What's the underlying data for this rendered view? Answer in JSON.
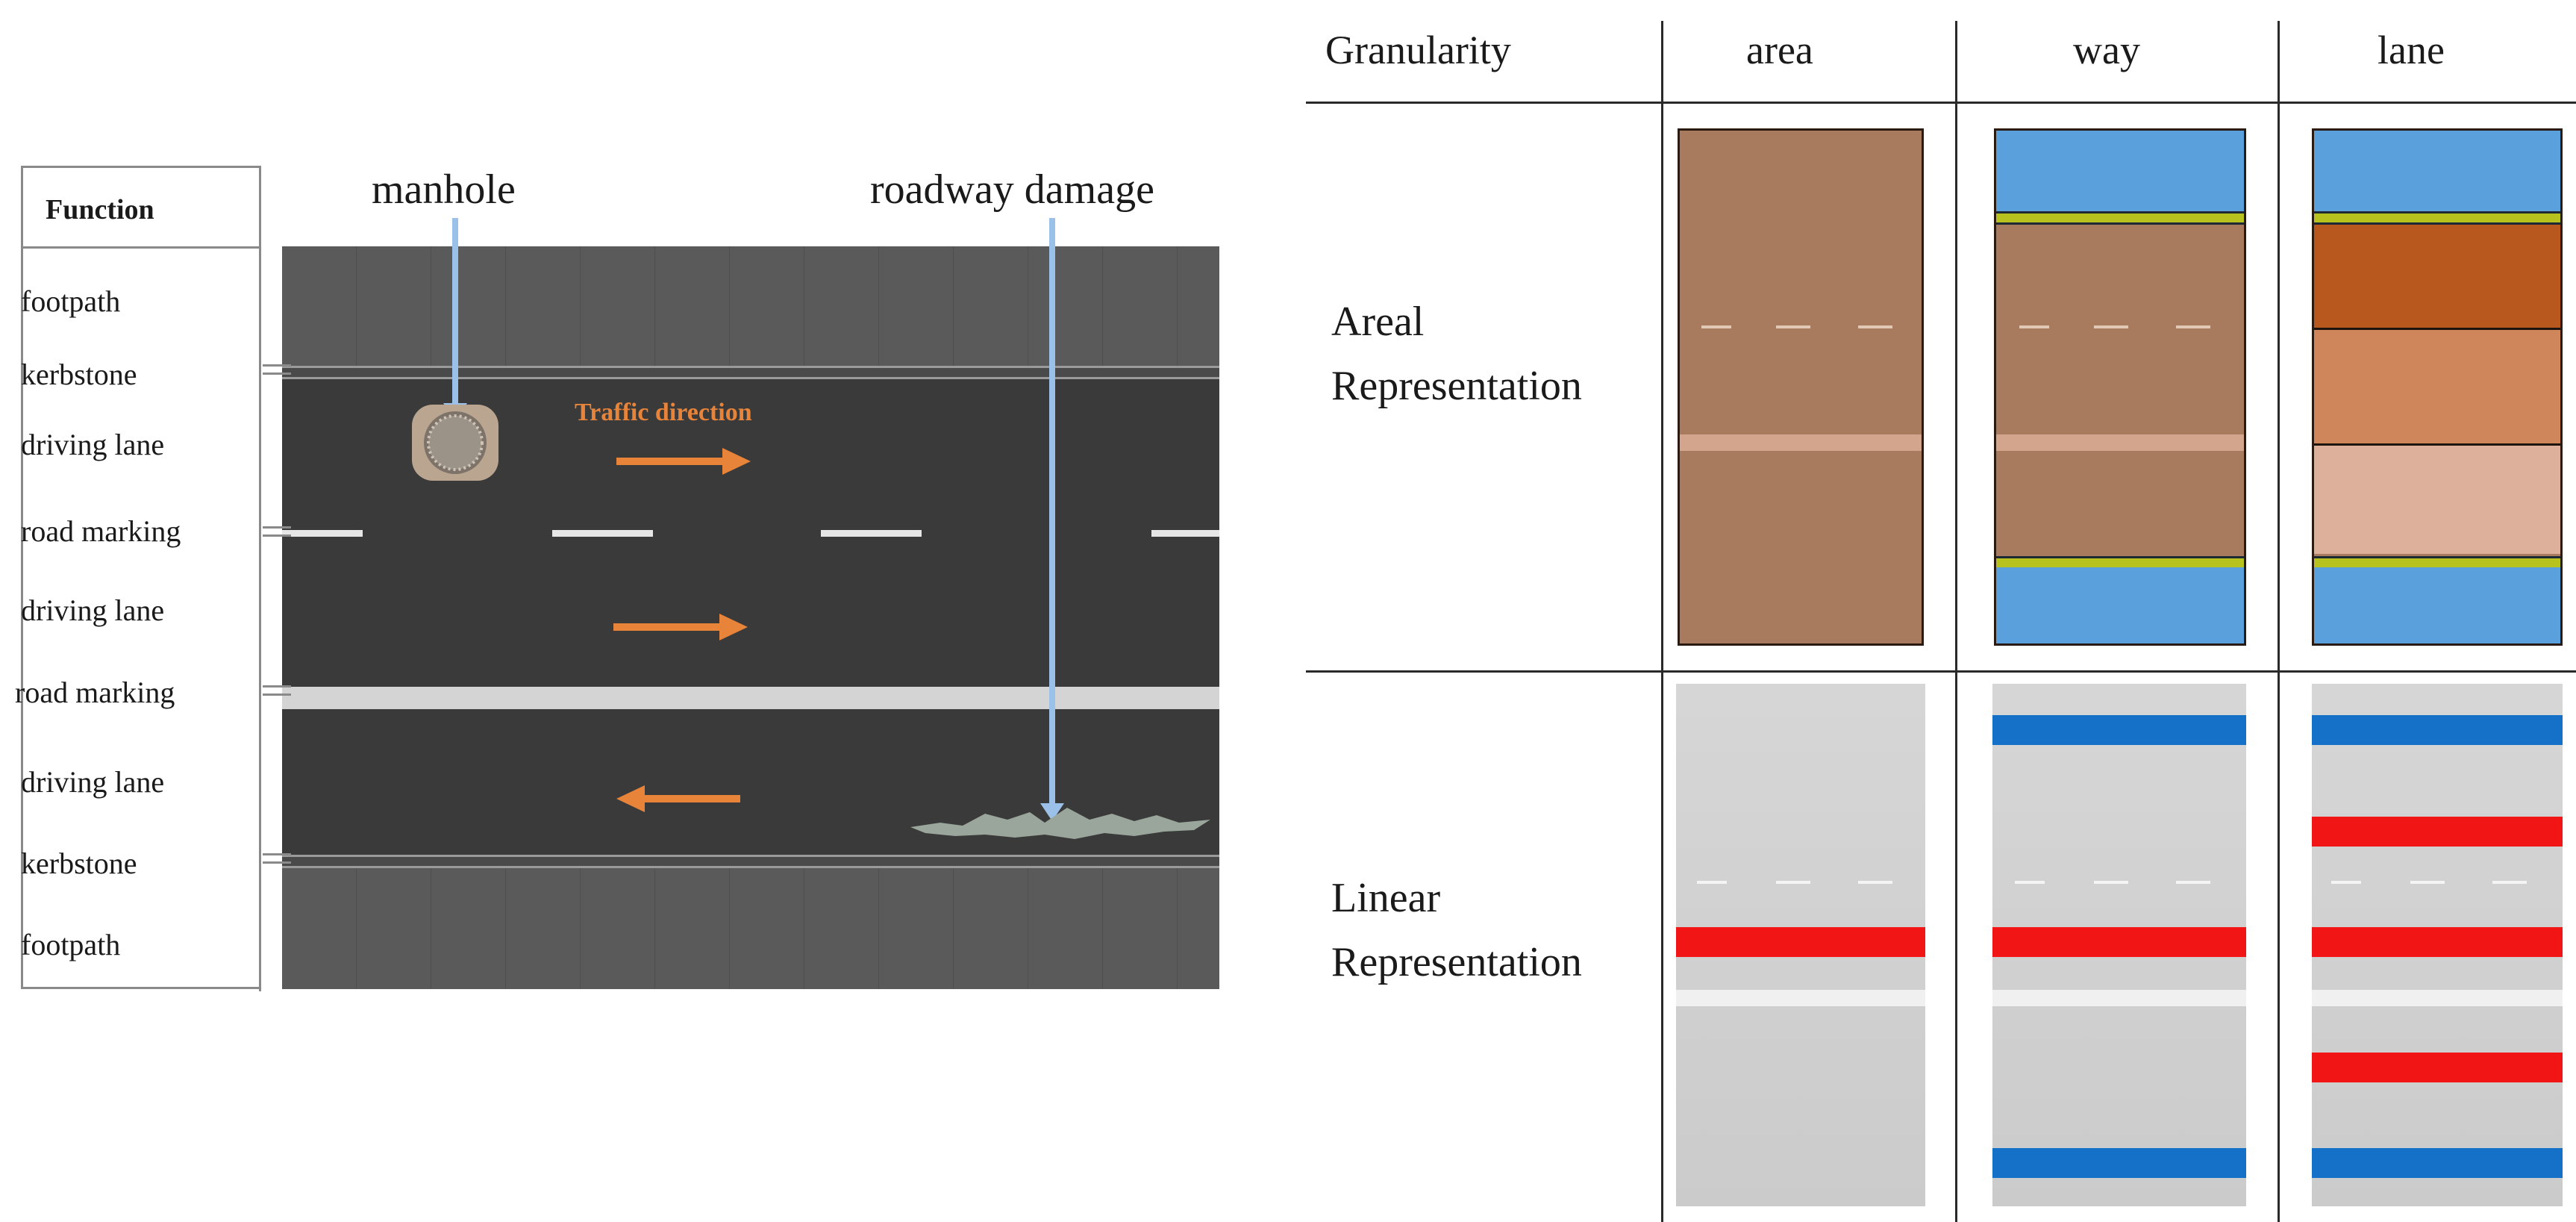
{
  "left": {
    "function_header": "Function",
    "rows": [
      "footpath",
      "kerbstone",
      "driving lane",
      "road marking",
      "driving lane",
      "road marking",
      "driving lane",
      "kerbstone",
      "footpath"
    ],
    "callouts": {
      "manhole": "manhole",
      "damage": "roadway damage"
    },
    "traffic_label": "Traffic direction",
    "colors": {
      "arrow": "#e8843a",
      "callout_arrow": "#9bc1e8",
      "road": "#3e3e3e"
    }
  },
  "right": {
    "header_title": "Granularity",
    "columns": [
      "area",
      "way",
      "lane"
    ],
    "row_labels": {
      "areal": [
        "Areal",
        "Representation"
      ],
      "linear": [
        "Linear",
        "Representation"
      ]
    },
    "colors": {
      "area_brown": "#a87a5e",
      "sidewalk_blue": "#5aa0dc",
      "kerb_green": "#b8c21e",
      "lane1": "#b8581e",
      "lane2": "#cf865b",
      "lane3": "#dcb09a",
      "linear_gray": "#cfcfcf",
      "linear_red": "#f21515",
      "linear_blue": "#1570c8"
    }
  }
}
